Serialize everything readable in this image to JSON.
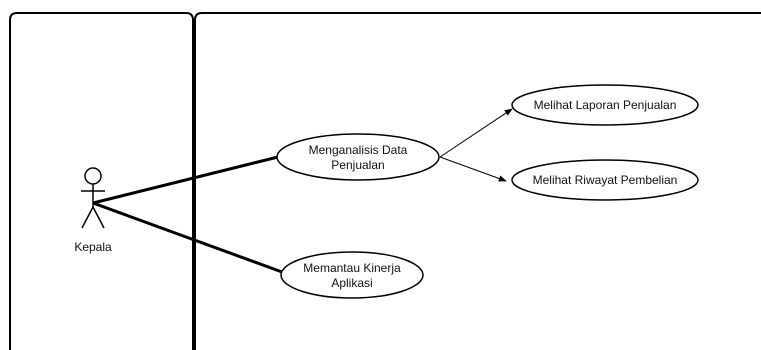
{
  "actor": {
    "label": "Kepala"
  },
  "use_cases": {
    "analyze": {
      "lines": [
        "Menganalisis Data",
        "Penjualan"
      ]
    },
    "monitor": {
      "lines": [
        "Memantau Kinerja",
        "Aplikasi"
      ]
    },
    "sales_report": {
      "lines": [
        "Melihat Laporan Penjualan"
      ]
    },
    "purchase_history": {
      "lines": [
        "Melihat Riwayat Pembelian"
      ]
    }
  }
}
